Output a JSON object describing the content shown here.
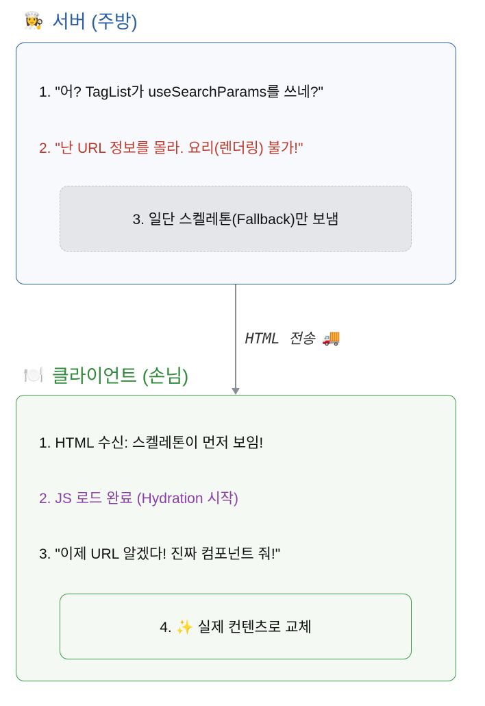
{
  "server": {
    "icon": "cook-emoji",
    "icon_glyph": "👩‍🍳",
    "title": "서버 (주방)",
    "lines": [
      "1. \"어? TagList가 useSearchParams를 쓰네?\"",
      "2. \"난 URL 정보를 몰라. 요리(렌더링) 불가!\""
    ],
    "fallback_box": "3. 일단 스켈레톤(Fallback)만 보냄"
  },
  "arrow": {
    "label": "HTML 전송",
    "truck_glyph": "🚚",
    "icon": "delivery-truck-icon"
  },
  "client": {
    "icon": "plate-emoji",
    "icon_glyph": "🍽️",
    "title": "클라이언트 (손님)",
    "lines": [
      "1. HTML 수신: 스켈레톤이 먼저 보임!",
      "2. JS 로드 완료 (Hydration 시작)",
      "3. \"이제 URL 알겠다! 진짜 컴포넌트 줘!\""
    ],
    "replace_box": "4. ✨ 실제 컨텐츠로 교체"
  },
  "colors": {
    "server_accent": "#2b5fa5",
    "client_accent": "#2f8a3a",
    "error_text": "#c0392b",
    "hydration_text": "#8a3fa8"
  }
}
